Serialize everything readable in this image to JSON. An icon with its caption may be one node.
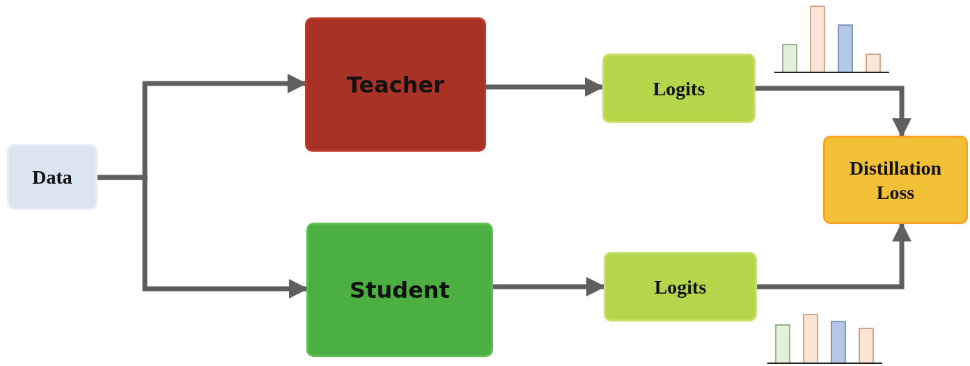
{
  "diagram": {
    "nodes": [
      {
        "text": [
          "Data"
        ]
      },
      {
        "text": [
          "Teacher"
        ]
      },
      {
        "text": [
          "Student"
        ]
      },
      {
        "text": [
          "Logits"
        ]
      },
      {
        "text": [
          "Logits"
        ]
      },
      {
        "text": [
          "Distillation Loss"
        ]
      }
    ],
    "edges": [
      {
        "from": 0,
        "to": 1,
        "arrow": "to"
      },
      {
        "from": 0,
        "to": 2,
        "arrow": "to"
      },
      {
        "from": 1,
        "to": 3,
        "arrow": "to"
      },
      {
        "from": 2,
        "to": 4,
        "arrow": "to"
      },
      {
        "from": 3,
        "to": 5,
        "arrow": "to"
      },
      {
        "from": 4,
        "to": 5,
        "arrow": "to"
      }
    ]
  }
}
